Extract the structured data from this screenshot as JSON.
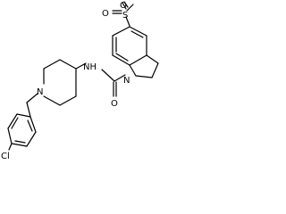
{
  "molecule": {
    "atoms": {
      "s": "S",
      "o_top": "O",
      "o_left": "O",
      "nh": "NH",
      "n_indoline": "N",
      "o_carbonyl": "O",
      "n_piperidine": "N",
      "cl": "Cl"
    }
  }
}
